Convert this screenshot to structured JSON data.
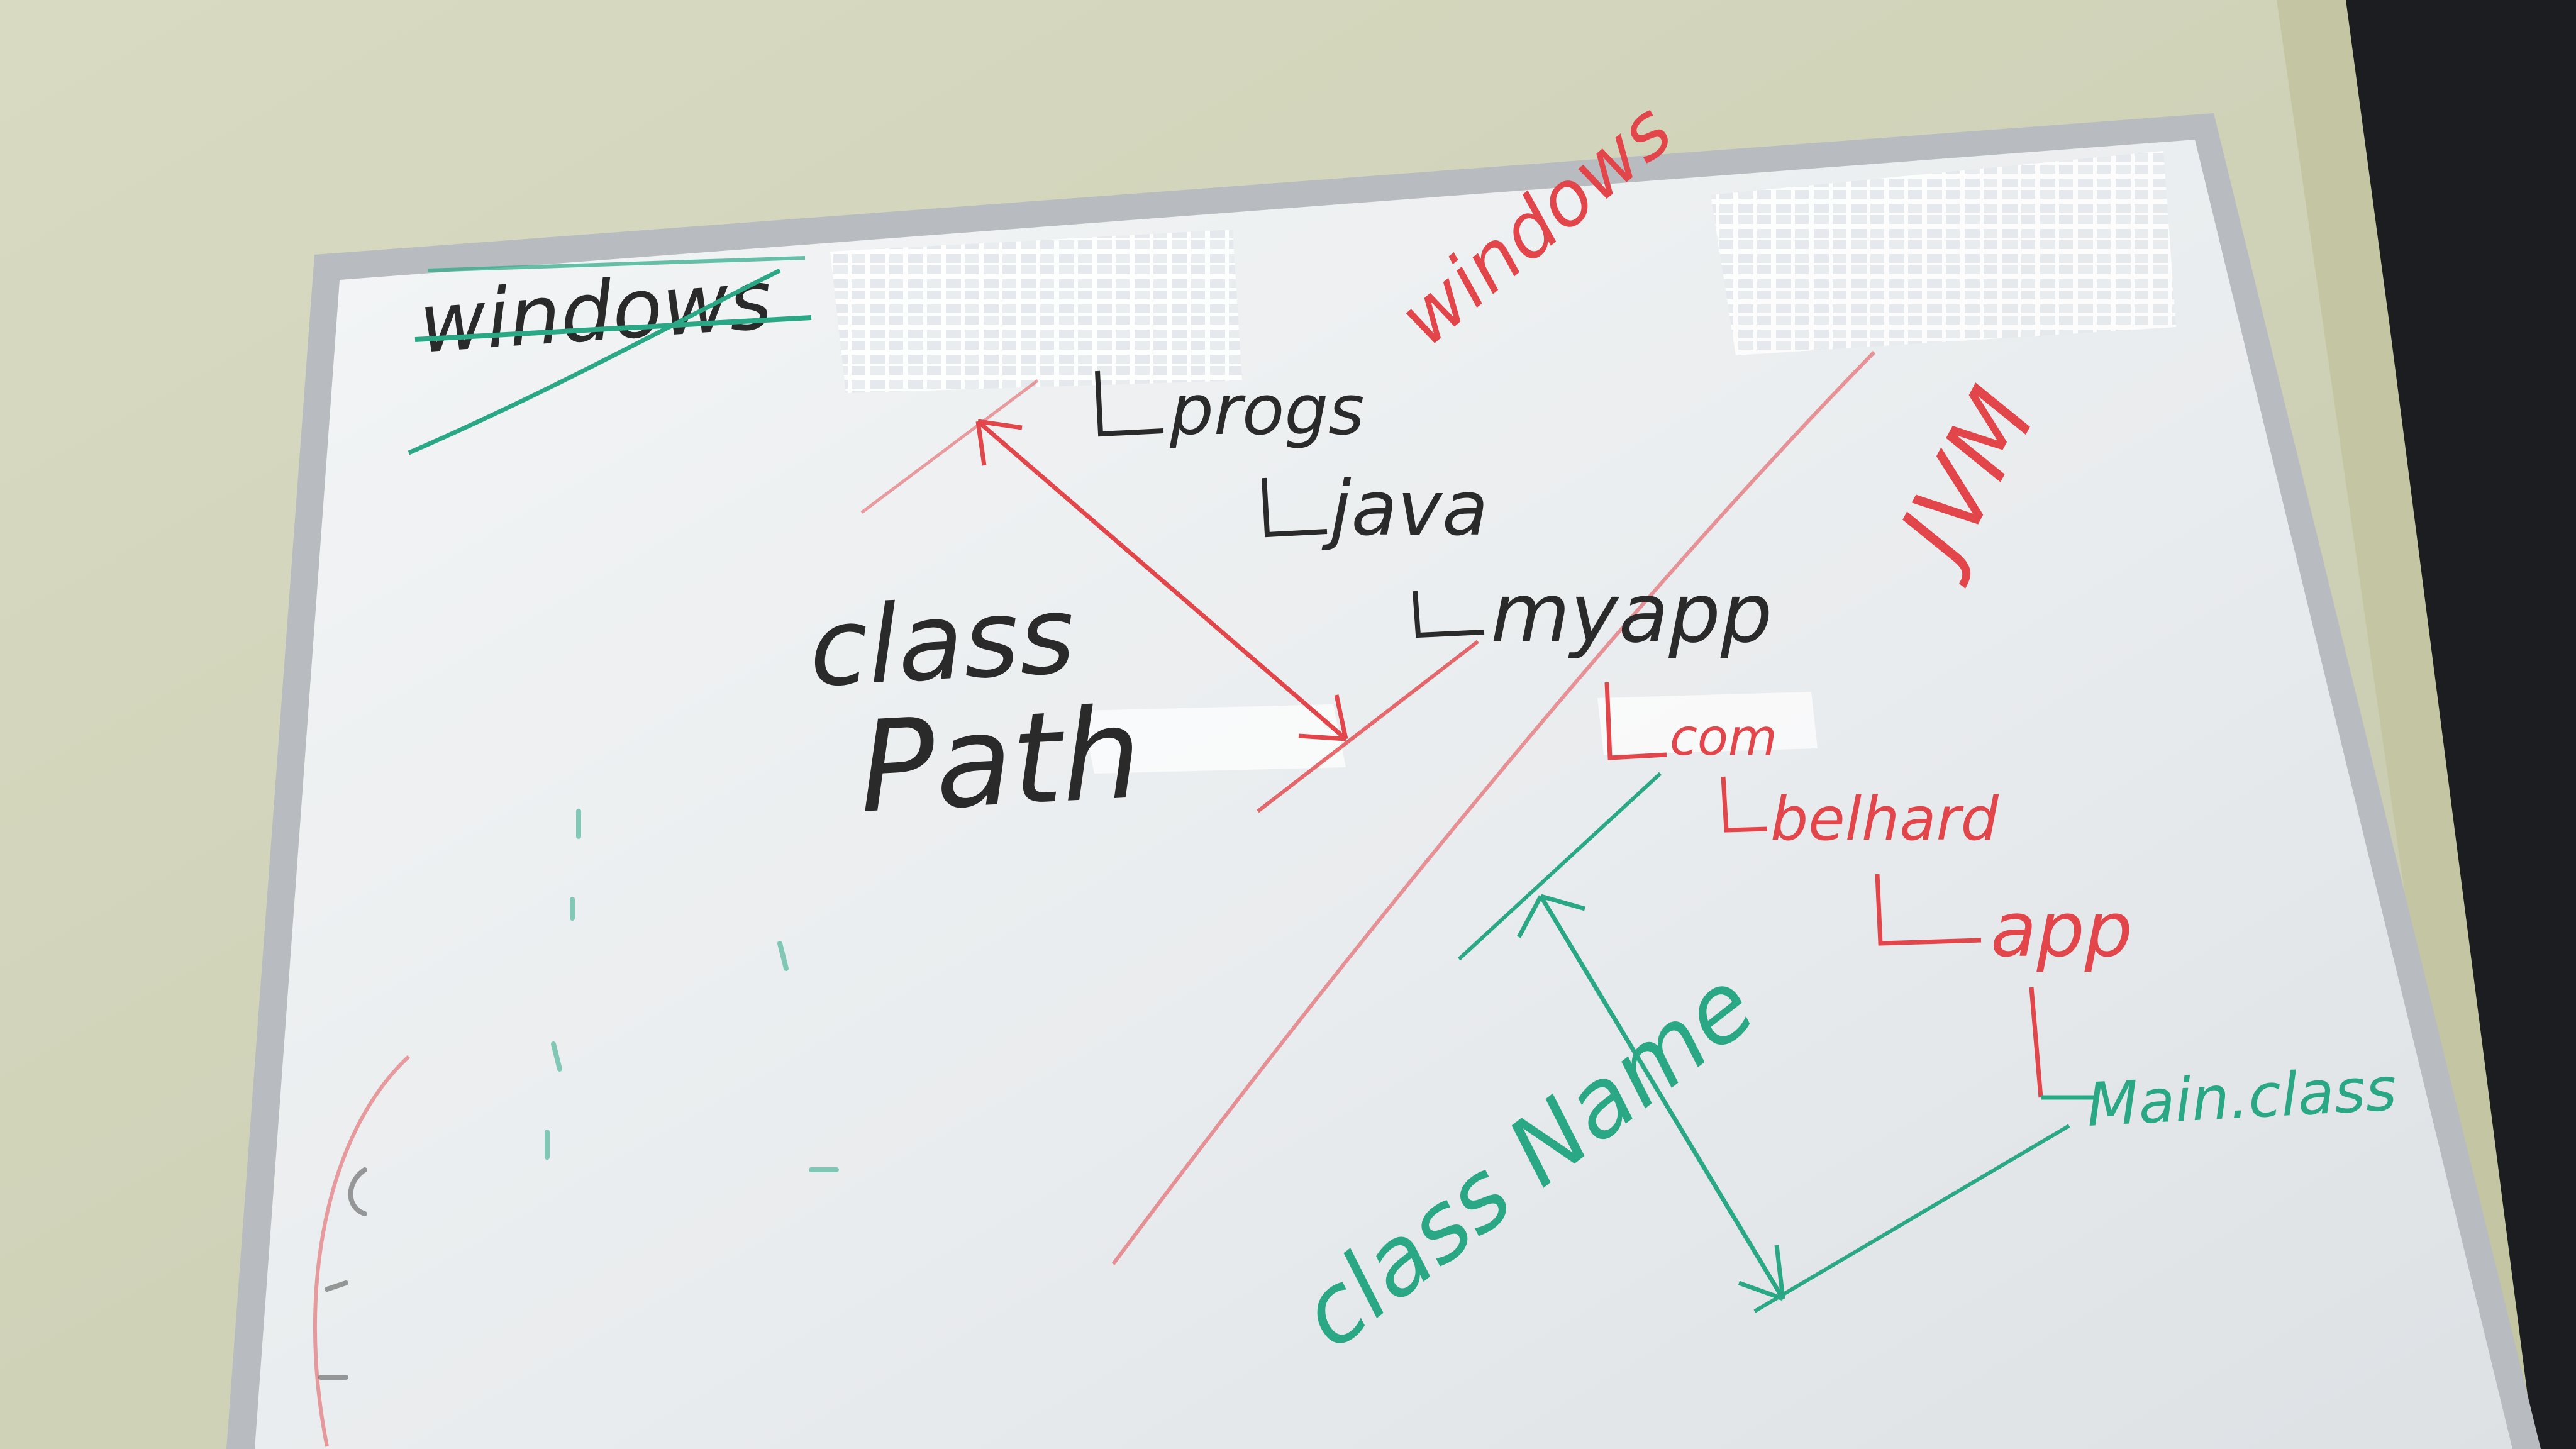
{
  "whiteboard": {
    "word_windows_crossed": "windows",
    "word_windows_red": "windows",
    "word_jvm": "JVM",
    "classpath_line1": "class",
    "classpath_line2": "Path",
    "classname_label": "class Name",
    "tree": [
      {
        "label": "progs",
        "ink": "black"
      },
      {
        "label": "java",
        "ink": "black"
      },
      {
        "label": "myapp",
        "ink": "black"
      },
      {
        "label": "com",
        "ink": "red"
      },
      {
        "label": "belhard",
        "ink": "red"
      },
      {
        "label": "app",
        "ink": "red"
      },
      {
        "label": "Main.class",
        "ink": "green"
      }
    ]
  },
  "colors": {
    "wall": "#d4d6bd",
    "wall_right": "#c9cba9",
    "dark_corner": "#1b1c1e",
    "board": "#eef0f2",
    "frame": "#b9bcc0",
    "ink_black": "#2a2a2a",
    "ink_red": "#e2464a",
    "ink_green": "#2aa886"
  }
}
